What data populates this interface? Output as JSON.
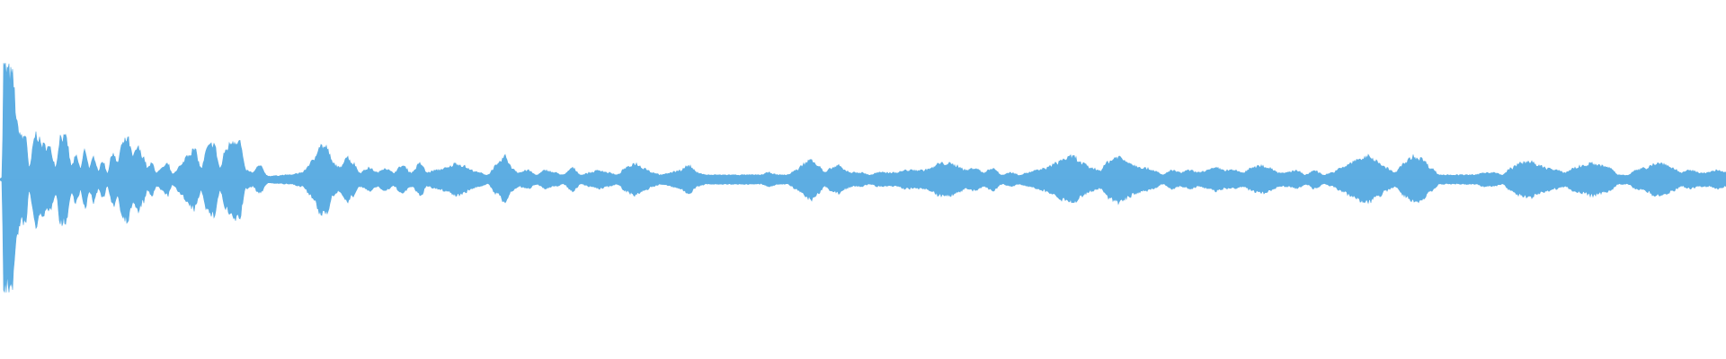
{
  "waveform": {
    "color": "#5DADE2",
    "background": "#FFFFFF",
    "envelope": [
      [
        0.0,
        0.0
      ],
      [
        0.1,
        0.02
      ],
      [
        0.15,
        0.98
      ],
      [
        0.3,
        0.96
      ],
      [
        0.55,
        0.9
      ],
      [
        0.8,
        0.45
      ],
      [
        1.0,
        0.36
      ],
      [
        1.15,
        0.4
      ],
      [
        1.3,
        0.1
      ],
      [
        1.6,
        0.4
      ],
      [
        1.9,
        0.3
      ],
      [
        2.2,
        0.28
      ],
      [
        2.5,
        0.12
      ],
      [
        2.7,
        0.38
      ],
      [
        2.95,
        0.36
      ],
      [
        3.2,
        0.12
      ],
      [
        3.4,
        0.2
      ],
      [
        3.6,
        0.1
      ],
      [
        3.8,
        0.26
      ],
      [
        4.0,
        0.1
      ],
      [
        4.2,
        0.2
      ],
      [
        4.4,
        0.08
      ],
      [
        4.6,
        0.16
      ],
      [
        4.8,
        0.06
      ],
      [
        5.05,
        0.24
      ],
      [
        5.25,
        0.14
      ],
      [
        5.45,
        0.3
      ],
      [
        5.7,
        0.36
      ],
      [
        5.95,
        0.2
      ],
      [
        6.15,
        0.28
      ],
      [
        6.4,
        0.2
      ],
      [
        6.6,
        0.1
      ],
      [
        6.8,
        0.14
      ],
      [
        7.0,
        0.06
      ],
      [
        7.3,
        0.1
      ],
      [
        7.5,
        0.14
      ],
      [
        7.7,
        0.05
      ],
      [
        8.1,
        0.12
      ],
      [
        8.4,
        0.22
      ],
      [
        8.7,
        0.26
      ],
      [
        9.0,
        0.1
      ],
      [
        9.3,
        0.28
      ],
      [
        9.55,
        0.32
      ],
      [
        9.85,
        0.1
      ],
      [
        10.1,
        0.26
      ],
      [
        10.4,
        0.34
      ],
      [
        10.7,
        0.34
      ],
      [
        11.0,
        0.08
      ],
      [
        11.3,
        0.06
      ],
      [
        11.6,
        0.12
      ],
      [
        12.0,
        0.03
      ],
      [
        13.0,
        0.04
      ],
      [
        13.5,
        0.06
      ],
      [
        14.0,
        0.16
      ],
      [
        14.3,
        0.3
      ],
      [
        14.6,
        0.28
      ],
      [
        14.9,
        0.14
      ],
      [
        15.2,
        0.1
      ],
      [
        15.5,
        0.2
      ],
      [
        15.8,
        0.14
      ],
      [
        16.1,
        0.06
      ],
      [
        16.5,
        0.1
      ],
      [
        16.9,
        0.06
      ],
      [
        17.2,
        0.1
      ],
      [
        17.6,
        0.06
      ],
      [
        18.0,
        0.12
      ],
      [
        18.4,
        0.06
      ],
      [
        18.8,
        0.14
      ],
      [
        19.1,
        0.06
      ],
      [
        19.5,
        0.08
      ],
      [
        20.0,
        0.1
      ],
      [
        20.4,
        0.14
      ],
      [
        20.7,
        0.12
      ],
      [
        21.1,
        0.08
      ],
      [
        21.4,
        0.06
      ],
      [
        21.8,
        0.04
      ],
      [
        22.2,
        0.12
      ],
      [
        22.6,
        0.2
      ],
      [
        22.9,
        0.1
      ],
      [
        23.2,
        0.06
      ],
      [
        23.6,
        0.08
      ],
      [
        24.0,
        0.04
      ],
      [
        24.4,
        0.08
      ],
      [
        24.8,
        0.06
      ],
      [
        25.2,
        0.04
      ],
      [
        25.6,
        0.1
      ],
      [
        26.0,
        0.04
      ],
      [
        26.4,
        0.06
      ],
      [
        26.8,
        0.08
      ],
      [
        27.2,
        0.06
      ],
      [
        27.6,
        0.04
      ],
      [
        28.0,
        0.1
      ],
      [
        28.4,
        0.14
      ],
      [
        28.8,
        0.1
      ],
      [
        29.2,
        0.06
      ],
      [
        29.6,
        0.04
      ],
      [
        30.0,
        0.06
      ],
      [
        30.4,
        0.08
      ],
      [
        30.8,
        0.12
      ],
      [
        31.2,
        0.06
      ],
      [
        31.6,
        0.04
      ],
      [
        32.0,
        0.04
      ],
      [
        32.4,
        0.04
      ],
      [
        32.8,
        0.04
      ],
      [
        33.2,
        0.04
      ],
      [
        33.6,
        0.04
      ],
      [
        34.0,
        0.04
      ],
      [
        34.4,
        0.06
      ],
      [
        34.8,
        0.04
      ],
      [
        35.2,
        0.04
      ],
      [
        35.6,
        0.08
      ],
      [
        36.0,
        0.14
      ],
      [
        36.3,
        0.18
      ],
      [
        36.6,
        0.12
      ],
      [
        36.9,
        0.06
      ],
      [
        37.2,
        0.1
      ],
      [
        37.5,
        0.12
      ],
      [
        37.8,
        0.08
      ],
      [
        38.1,
        0.06
      ],
      [
        38.5,
        0.06
      ],
      [
        38.9,
        0.04
      ],
      [
        39.3,
        0.06
      ],
      [
        39.7,
        0.06
      ],
      [
        40.1,
        0.06
      ],
      [
        40.5,
        0.08
      ],
      [
        40.9,
        0.08
      ],
      [
        41.3,
        0.08
      ],
      [
        41.7,
        0.1
      ],
      [
        42.0,
        0.14
      ],
      [
        42.4,
        0.14
      ],
      [
        42.8,
        0.12
      ],
      [
        43.2,
        0.08
      ],
      [
        43.6,
        0.1
      ],
      [
        44.0,
        0.06
      ],
      [
        44.4,
        0.1
      ],
      [
        44.8,
        0.04
      ],
      [
        45.2,
        0.06
      ],
      [
        45.6,
        0.04
      ],
      [
        46.0,
        0.06
      ],
      [
        46.4,
        0.08
      ],
      [
        46.8,
        0.1
      ],
      [
        47.2,
        0.14
      ],
      [
        47.6,
        0.18
      ],
      [
        48.0,
        0.2
      ],
      [
        48.4,
        0.14
      ],
      [
        48.8,
        0.1
      ],
      [
        49.2,
        0.08
      ],
      [
        49.6,
        0.16
      ],
      [
        50.0,
        0.2
      ],
      [
        50.4,
        0.16
      ],
      [
        50.8,
        0.12
      ],
      [
        51.2,
        0.1
      ],
      [
        51.6,
        0.08
      ],
      [
        52.0,
        0.04
      ],
      [
        52.4,
        0.08
      ],
      [
        52.8,
        0.06
      ],
      [
        53.2,
        0.08
      ],
      [
        53.6,
        0.06
      ],
      [
        54.0,
        0.08
      ],
      [
        54.4,
        0.1
      ],
      [
        54.8,
        0.08
      ],
      [
        55.2,
        0.08
      ],
      [
        55.6,
        0.06
      ],
      [
        56.0,
        0.1
      ],
      [
        56.4,
        0.12
      ],
      [
        56.8,
        0.1
      ],
      [
        57.2,
        0.06
      ],
      [
        57.6,
        0.06
      ],
      [
        58.0,
        0.08
      ],
      [
        58.4,
        0.04
      ],
      [
        58.8,
        0.08
      ],
      [
        59.2,
        0.04
      ],
      [
        59.6,
        0.06
      ],
      [
        60.0,
        0.1
      ],
      [
        60.4,
        0.14
      ],
      [
        60.8,
        0.18
      ],
      [
        61.2,
        0.2
      ],
      [
        61.6,
        0.16
      ],
      [
        62.0,
        0.1
      ],
      [
        62.4,
        0.06
      ],
      [
        62.8,
        0.14
      ],
      [
        63.2,
        0.2
      ],
      [
        63.6,
        0.18
      ],
      [
        64.0,
        0.1
      ],
      [
        64.4,
        0.04
      ],
      [
        64.8,
        0.04
      ],
      [
        65.2,
        0.04
      ],
      [
        65.6,
        0.04
      ],
      [
        66.0,
        0.04
      ],
      [
        66.4,
        0.06
      ],
      [
        66.8,
        0.06
      ],
      [
        67.2,
        0.04
      ],
      [
        67.6,
        0.1
      ],
      [
        68.0,
        0.14
      ],
      [
        68.4,
        0.16
      ],
      [
        68.8,
        0.12
      ],
      [
        69.2,
        0.1
      ],
      [
        69.6,
        0.08
      ],
      [
        70.0,
        0.06
      ],
      [
        70.4,
        0.1
      ],
      [
        70.8,
        0.12
      ],
      [
        71.2,
        0.14
      ],
      [
        71.6,
        0.12
      ],
      [
        72.0,
        0.1
      ],
      [
        72.4,
        0.04
      ],
      [
        72.8,
        0.04
      ],
      [
        73.2,
        0.08
      ],
      [
        73.6,
        0.1
      ],
      [
        74.0,
        0.14
      ],
      [
        74.4,
        0.14
      ],
      [
        74.8,
        0.1
      ],
      [
        75.2,
        0.06
      ],
      [
        75.6,
        0.08
      ],
      [
        76.0,
        0.06
      ],
      [
        76.4,
        0.06
      ],
      [
        76.8,
        0.08
      ],
      [
        77.2,
        0.06
      ]
    ]
  }
}
